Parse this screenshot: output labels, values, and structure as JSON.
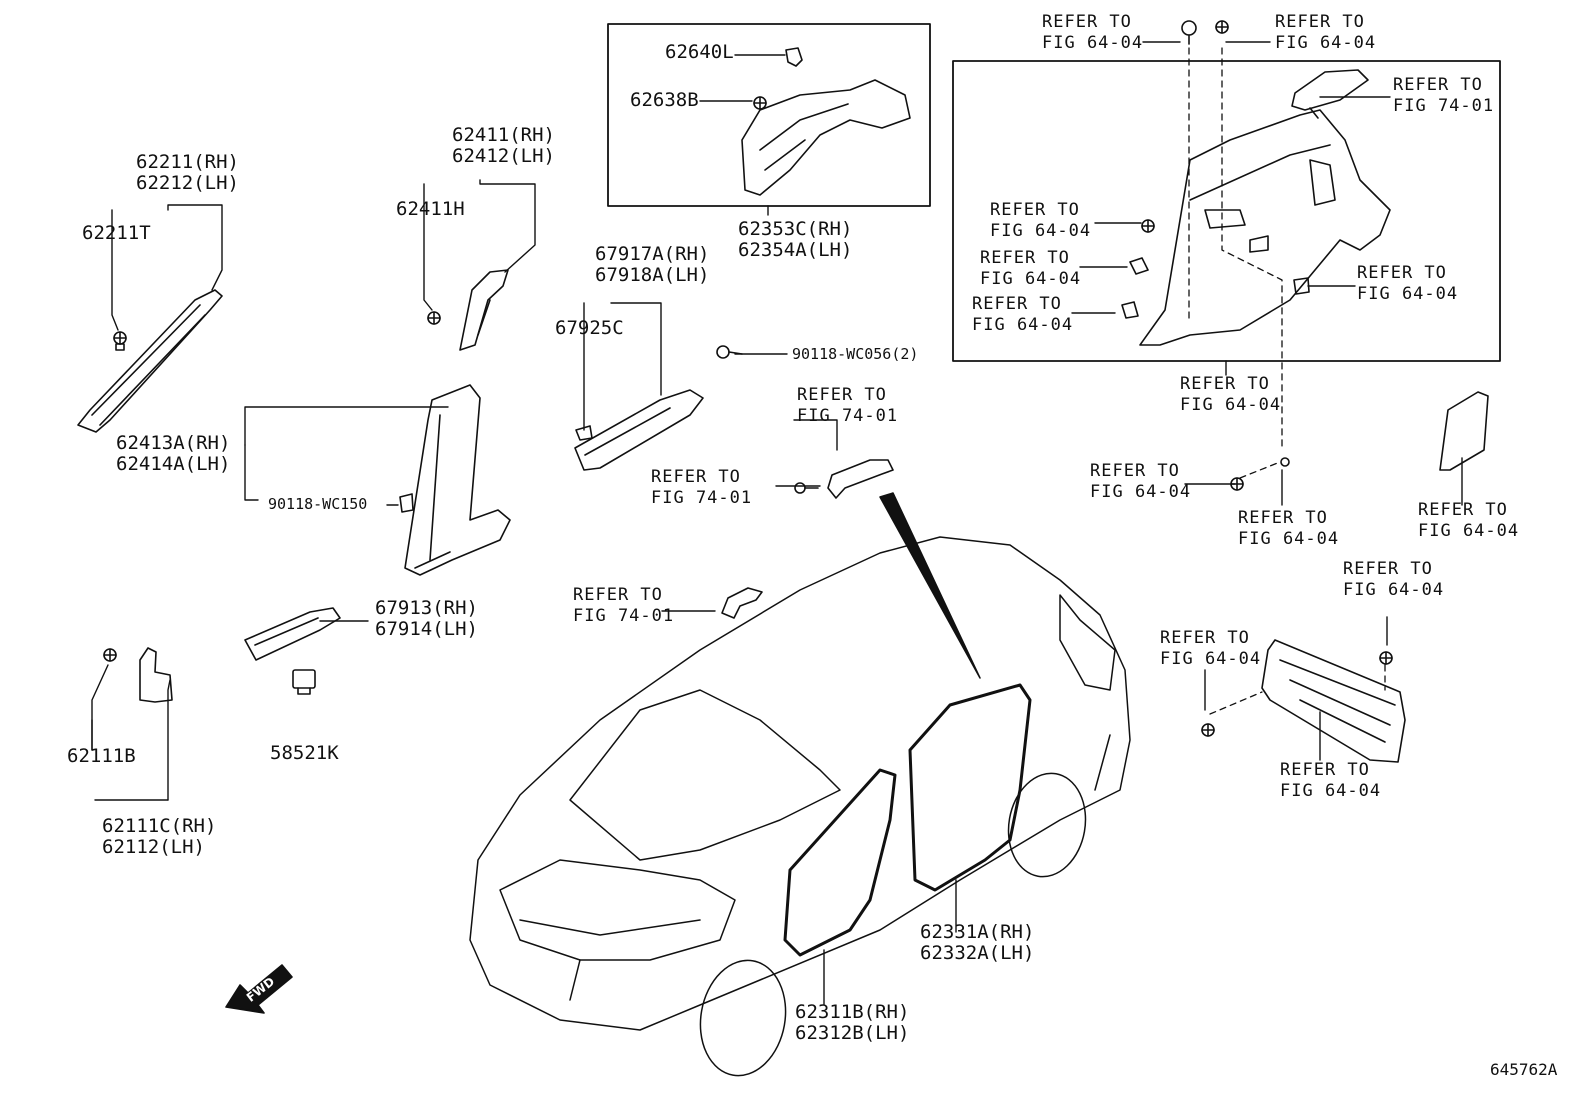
{
  "diagram_id": "645762A",
  "fwd_label": "FWD",
  "labels": {
    "l62211": [
      "62211(RH)",
      "62212(LH)"
    ],
    "l62211T": "62211T",
    "l62411": [
      "62411(RH)",
      "62412(LH)"
    ],
    "l62411H": "62411H",
    "l62640L": "62640L",
    "l62638B": "62638B",
    "l62353": [
      "62353C(RH)",
      "62354A(LH)"
    ],
    "l67917": [
      "67917A(RH)",
      "67918A(LH)"
    ],
    "l67925C": "67925C",
    "l90118_056": "90118-WC056(2)",
    "l62413": [
      "62413A(RH)",
      "62414A(LH)"
    ],
    "l90118_150": "90118-WC150",
    "l67913": [
      "67913(RH)",
      "67914(LH)"
    ],
    "l58521K": "58521K",
    "l62111B": "62111B",
    "l62111C": [
      "62111C(RH)",
      "62112(LH)"
    ],
    "l62331": [
      "62331A(RH)",
      "62332A(LH)"
    ],
    "l62311": [
      "62311B(RH)",
      "62312B(LH)"
    ]
  },
  "refs": [
    [
      "REFER TO",
      "FIG 64-04"
    ],
    [
      "REFER TO",
      "FIG 64-04"
    ],
    [
      "REFER TO",
      "FIG 74-01"
    ],
    [
      "REFER TO",
      "FIG 64-04"
    ],
    [
      "REFER TO",
      "FIG 64-04"
    ],
    [
      "REFER TO",
      "FIG 64-04"
    ],
    [
      "REFER TO",
      "FIG 64-04"
    ],
    [
      "REFER TO",
      "FIG 64-04"
    ],
    [
      "REFER TO",
      "FIG 64-04"
    ],
    [
      "REFER TO",
      "FIG 64-04"
    ],
    [
      "REFER TO",
      "FIG 64-04"
    ],
    [
      "REFER TO",
      "FIG 74-01"
    ],
    [
      "REFER TO",
      "FIG 74-01"
    ],
    [
      "REFER TO",
      "FIG 74-01"
    ],
    [
      "REFER TO",
      "FIG 64-04"
    ],
    [
      "REFER TO",
      "FIG 64-04"
    ],
    [
      "REFER TO",
      "FIG 64-04"
    ]
  ]
}
